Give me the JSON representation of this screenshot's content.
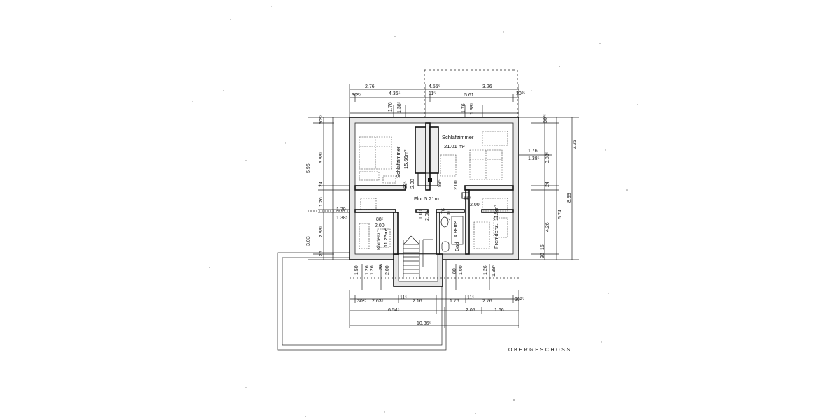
{
  "plan": {
    "title": "OBERGESCHOSS",
    "rooms": {
      "schlaf_left_name": "Schlafzimmer",
      "schlaf_left_area": "15.66m²",
      "schlaf_right_name": "Schlafzimmer",
      "schlaf_right_area": "21.01 m²",
      "flur": "Flur 5.21m",
      "kinder_name": "Kinderz.",
      "kinder_area": "11.23m²",
      "bad_name": "Bad",
      "bad_area": "4.89m²",
      "fremden_name": "Fremdenz.",
      "fremden_area": "11.5m²"
    },
    "dims": {
      "top_2_76": "2.76",
      "top_4_55": "4.55⁵",
      "top_3_26": "3.26",
      "top_30_25_a": "30²⁵",
      "top_4_36": "4.36⁵",
      "top_11_5": "11⁵",
      "top_5_61": "5.61",
      "top_30_25_b": "30²⁵",
      "top_v_176_a": "1.76",
      "top_v_138_a": "1.38⁵",
      "top_v_176_b": "1.76",
      "top_v_138_b": "1.38⁵",
      "left_5_96": "5.96",
      "left_3_88": "3.88⁵",
      "left_24": "24",
      "left_1_26": "1.26",
      "left_2_88": "2.88⁵",
      "left_3_03": "3.03",
      "left_25": "25",
      "left_30_25": "30²⁵",
      "left_1_79": "1.79",
      "left_1_38": "1.38⁵",
      "right_2_25": "2.25",
      "right_8_99": "8.99",
      "right_6_74": "6.74",
      "right_3_88": "3.88⁵",
      "right_24": "24",
      "right_4_26": "4.26",
      "right_15": "15",
      "right_30": "30",
      "right_30_25": "30²⁵",
      "right_1_76": "1.76",
      "right_1_38": "1.38⁵",
      "in_2_00_a": "2.00",
      "in_88_5_a": "88⁵",
      "in_2_00_b": "2.00",
      "in_88_5_b": "88⁵",
      "in_88_5_c": "88⁵",
      "in_2_00_c": "2.00",
      "in_88_5_d": "88⁵",
      "in_2_00_d": "2.00",
      "in_1_00": "1.00",
      "in_2_00_e": "2.00",
      "in_76": "76",
      "in_2_00_f": "2.00",
      "bot_v_1_50": "1.50",
      "bot_v_1_26_a": "1.26",
      "bot_v_1_26_b": "1.26",
      "bot_v_38": "38",
      "bot_v_2_00": "2.00",
      "bot_v_80": "80",
      "bot_v_1_00": "1.00",
      "bot_v_1_26_c": "1.26",
      "bot_v_1_38": "1.38⁵",
      "bot_30_25_a": "30²⁵",
      "bot_2_63": "2.63⁵",
      "bot_11_5_a": "11⁵",
      "bot_2_16": "2.16",
      "bot_1_76": "1.76",
      "bot_11_5_b": "11⁵",
      "bot_2_76": "2.76",
      "bot_30_25_b": "30²⁵",
      "bot_6_54": "6.54⁵",
      "bot_2_05": "2.05",
      "bot_1_66": "1.66",
      "bot_10_36": "10.36⁵"
    }
  }
}
